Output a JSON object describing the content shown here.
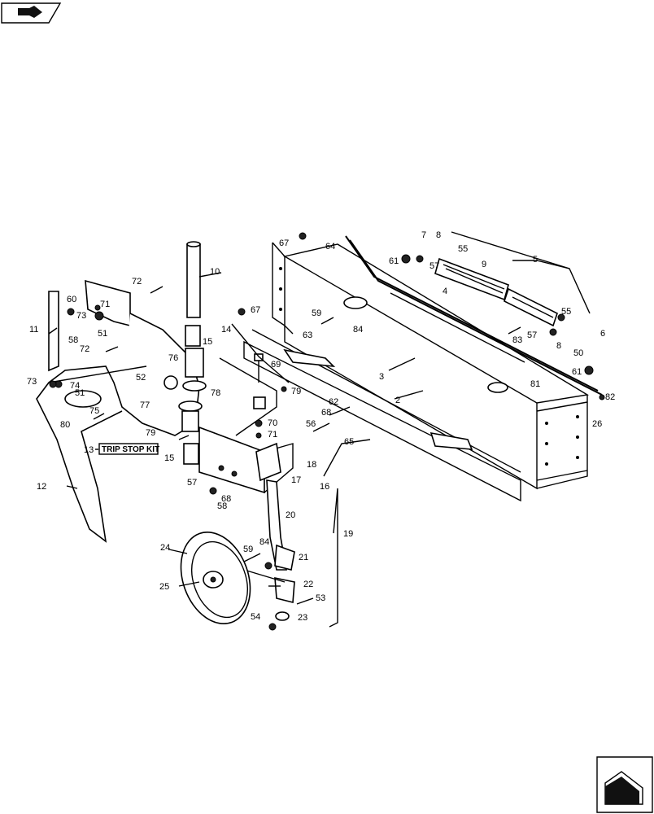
{
  "nav": {
    "prev_icon": "arrow-hand-icon",
    "next_icon": "arrow-page-icon"
  },
  "kit_label": "TRIP STOP KIT",
  "kit_number": "13",
  "labels": [
    "67",
    "64",
    "7",
    "8",
    "55",
    "5",
    "61",
    "57",
    "9",
    "10",
    "72",
    "60",
    "71",
    "73",
    "58",
    "51",
    "11",
    "67",
    "63",
    "59",
    "84",
    "4",
    "55",
    "57",
    "8",
    "6",
    "83",
    "50",
    "61",
    "15",
    "14",
    "52",
    "76",
    "78",
    "77",
    "69",
    "79",
    "3",
    "2",
    "82",
    "81",
    "26",
    "73",
    "74",
    "51",
    "75",
    "80",
    "72",
    "62",
    "68",
    "56",
    "65",
    "70",
    "71",
    "79",
    "15",
    "18",
    "17",
    "16",
    "57",
    "68",
    "58",
    "12",
    "20",
    "19",
    "24",
    "59",
    "84",
    "21",
    "25",
    "22",
    "53",
    "54",
    "23"
  ]
}
